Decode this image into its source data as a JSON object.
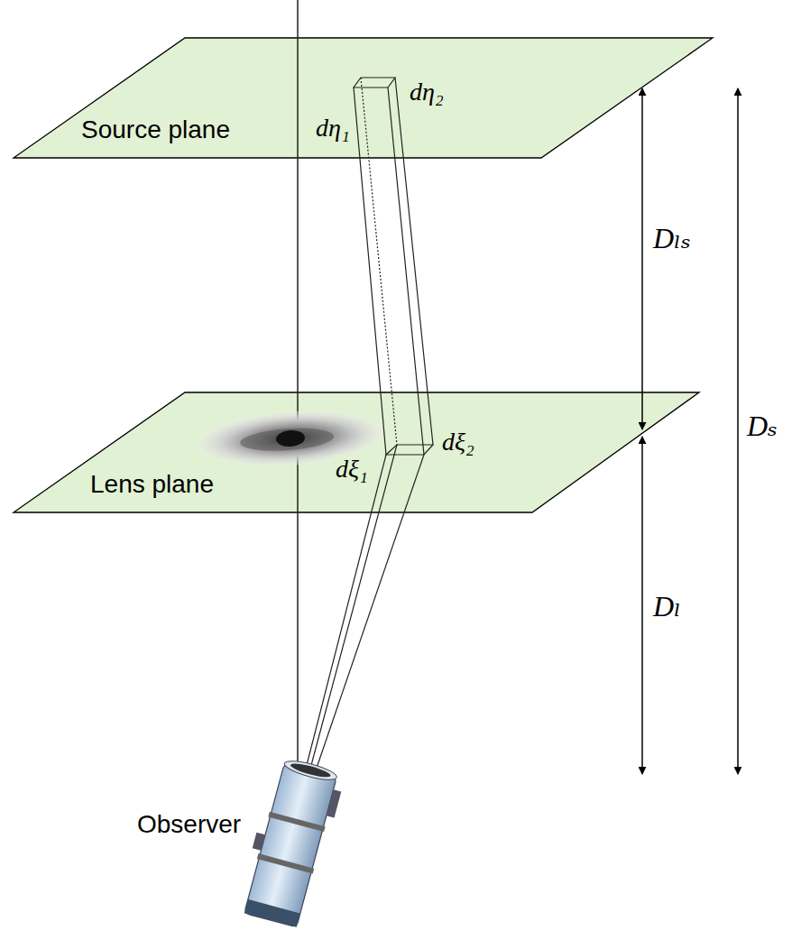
{
  "diagram": {
    "nodes": [
      {
        "text": [
          "Source plane"
        ]
      },
      {
        "text": [
          "Lens plane"
        ]
      }
    ],
    "labels": [
      "dη₁",
      "dη₂",
      "dξ₁",
      "dξ₂",
      "Dₗₛ",
      "Dₛ",
      "Dₗ",
      "Observer"
    ]
  }
}
